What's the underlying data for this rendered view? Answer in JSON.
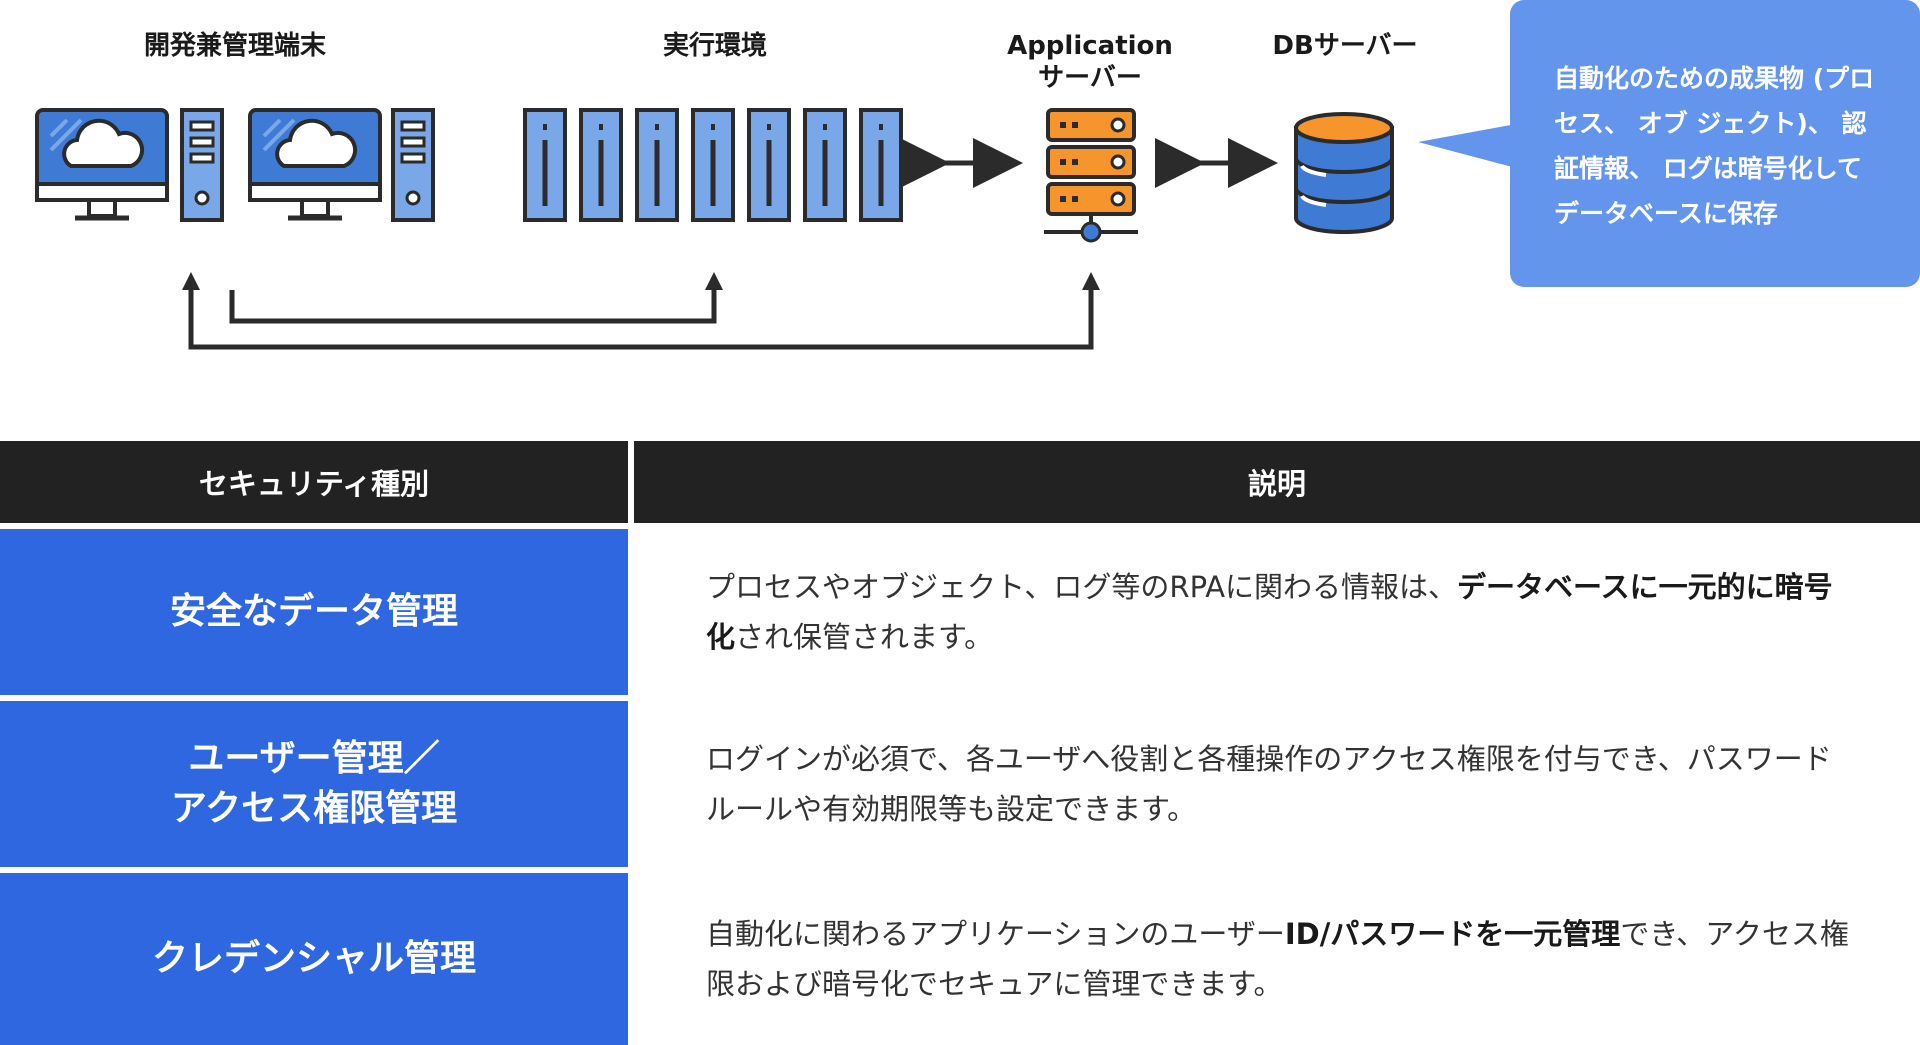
{
  "labels": {
    "dev_terminal": "開発兼管理端末",
    "exec_env": "実行環境",
    "app_server": "Application\nサーバー",
    "db_server": "DBサーバー"
  },
  "callout": {
    "text": "自動化のための成果物 (プロ\nセス、 オブ ジェクト)、 認\n証情報、 ログは暗号化して\nデータベースに保存"
  },
  "icons": [
    "computer-cloud-icon",
    "tower-server-icon",
    "server-rack-icon",
    "application-server-icon",
    "database-icon"
  ],
  "colors": {
    "icon_blue": "#3f7bd4",
    "icon_light_blue": "#7aa7e8",
    "server_orange": "#f5952b",
    "callout_blue": "#6495ed",
    "header_dark": "#222222",
    "row_blue": "#2f67e1",
    "outline": "#2b2b2b"
  },
  "table": {
    "headers": [
      "セキュリティ種別",
      "説明"
    ],
    "rows": [
      {
        "type": "安全なデータ管理",
        "desc_parts": [
          {
            "text": "プロセスやオブジェクト、ログ等のRPAに関わる情報は、",
            "bold": false
          },
          {
            "text": "データベースに一元的に暗号化",
            "bold": true
          },
          {
            "text": "され保管されます。",
            "bold": false
          }
        ]
      },
      {
        "type": "ユーザー管理／\nアクセス権限管理",
        "desc_parts": [
          {
            "text": "ログインが必須で、各ユーザへ役割と各種操作のアクセス権限を付与でき、パスワードルールや有効期限等も設定できます。",
            "bold": false
          }
        ]
      },
      {
        "type": "クレデンシャル管理",
        "desc_parts": [
          {
            "text": "自動化に関わるアプリケーションのユーザー",
            "bold": false
          },
          {
            "text": "ID/パスワードを一元管理",
            "bold": true
          },
          {
            "text": "でき、アクセス権限および暗号化でセキュアに管理できます。",
            "bold": false
          }
        ]
      }
    ]
  }
}
